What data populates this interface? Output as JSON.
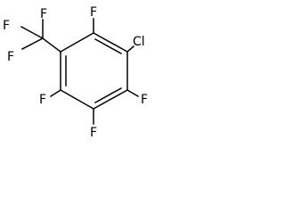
{
  "molecule": {
    "atoms": {
      "f_cf3_left": "F",
      "f_cf3_upper": "F",
      "f_cf3_lower": "F",
      "f_top": "F",
      "cl": "Cl",
      "f_right": "F",
      "f_bottom": "F",
      "f_left": "F"
    },
    "colors": {
      "bond": "#000000",
      "label": "#000000",
      "background": "#ffffff"
    }
  }
}
